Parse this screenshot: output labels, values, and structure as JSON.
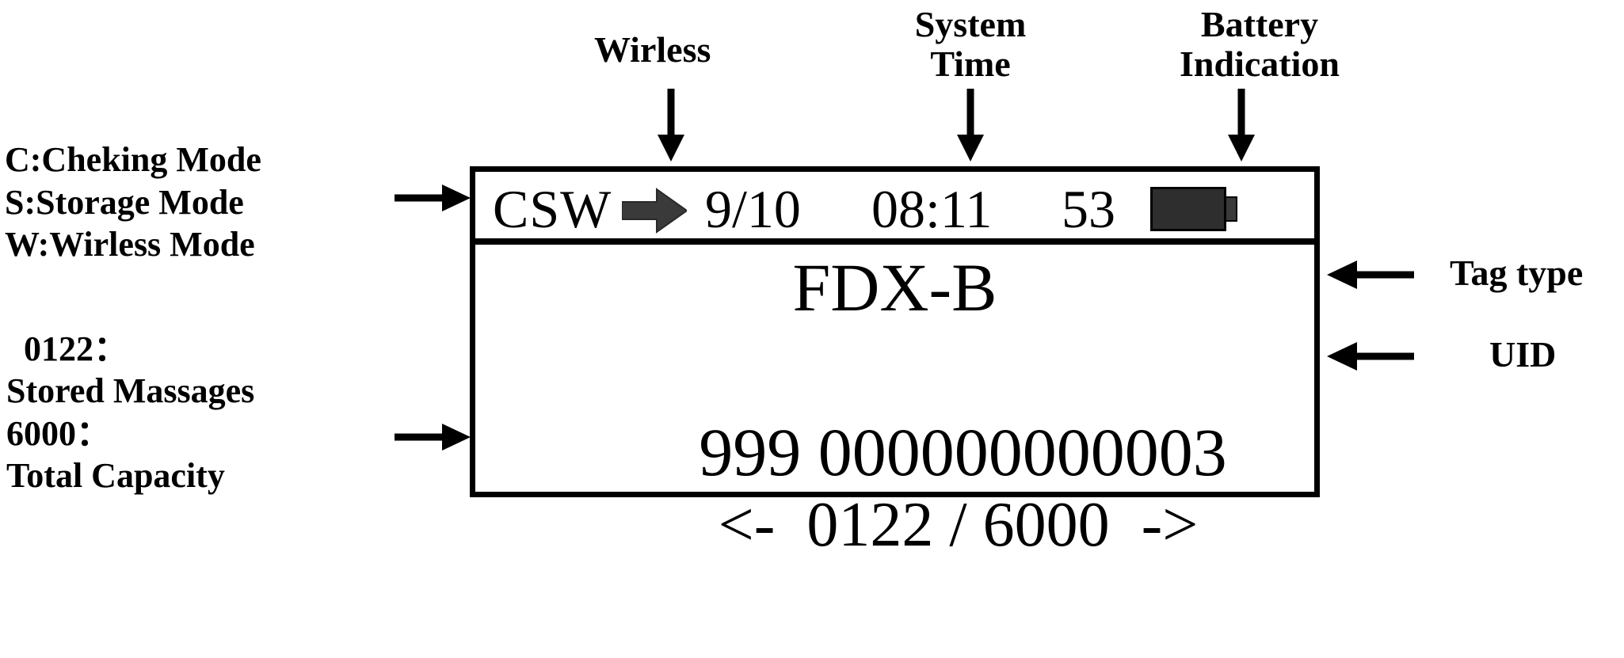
{
  "annotations": {
    "modes": {
      "line1": "C:Cheking Mode",
      "line2": "S:Storage Mode",
      "line3": "W:Wirless Mode"
    },
    "wireless_label": "Wirless",
    "system_time_label_line1": "System",
    "system_time_label_line2": "Time",
    "battery_label_line1": "Battery",
    "battery_label_line2": "Indication",
    "tag_type_label": "Tag type",
    "uid_label": "UID",
    "stored_messages": {
      "value": "0122：",
      "label": "Stored Massages"
    },
    "total_capacity": {
      "value": "6000：",
      "label": "Total Capacity"
    }
  },
  "device": {
    "status_bar": {
      "mode": "CSW",
      "wireless_icon": "right-arrow-icon",
      "date": "9/10",
      "time": "08:11",
      "seconds": "53",
      "battery_icon": "battery-full-icon",
      "battery_color": "#2e2e2e"
    },
    "display": {
      "tag_type": "FDX-B",
      "uid_prefix": "999",
      "uid_number": "000000000003",
      "record_prev_arrow": "<-",
      "record_index": "0122",
      "record_separator": "/",
      "record_total": "6000",
      "record_next_arrow": "->"
    }
  },
  "colors": {
    "ink": "#000000",
    "background": "#ffffff",
    "battery_fill": "#2e2e2e"
  }
}
